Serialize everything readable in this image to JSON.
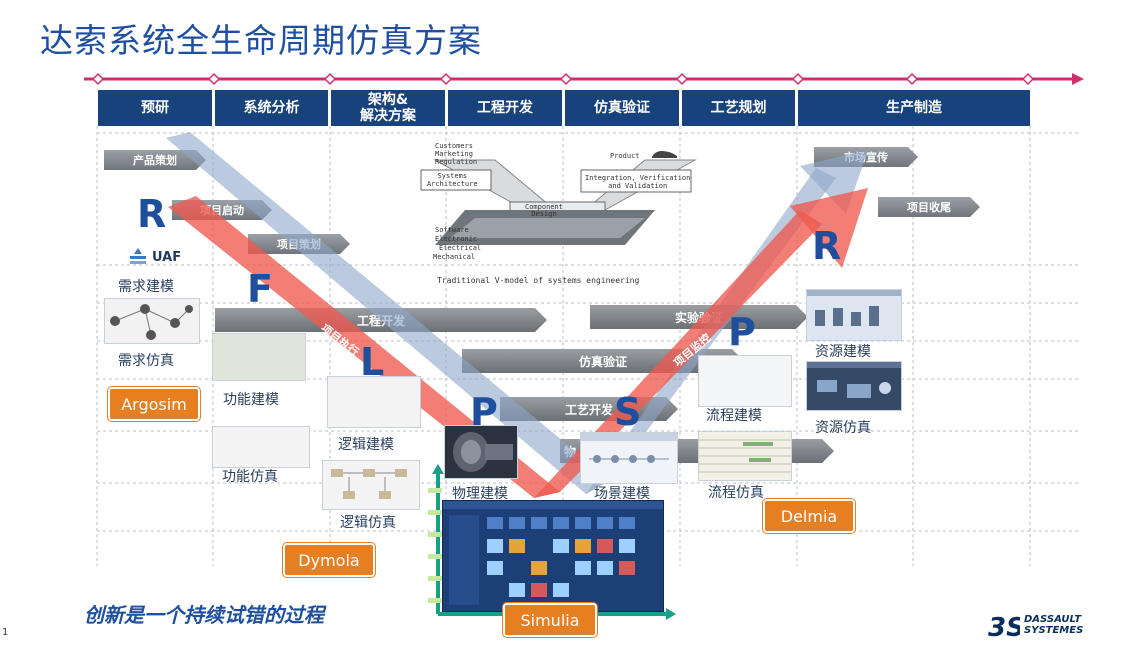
{
  "title": "达索系统全生命周期仿真方案",
  "phases": [
    "预研",
    "系统分析",
    "架构&\n解决方案",
    "工程开发",
    "仿真验证",
    "工艺规划",
    "生产制造"
  ],
  "tags": {
    "product_planning": "产品策划",
    "project_start": "项目启动",
    "project_planning": "项目策划",
    "market_promo": "市场宣传",
    "project_close": "项目收尾"
  },
  "bands": {
    "engineering_dev": "工程开发",
    "experiment_verify": "实验验证",
    "sim_verify": "仿真验证",
    "process_dev": "工艺开发",
    "project_exec": "项目执行",
    "project_monitor": "项目监控",
    "object_partial": "物"
  },
  "letters": [
    "R",
    "F",
    "L",
    "P",
    "S",
    "P",
    "R"
  ],
  "uaf_logo": "UAF",
  "labels": {
    "req_model": "需求建模",
    "req_sim": "需求仿真",
    "func_model": "功能建模",
    "func_sim": "功能仿真",
    "logic_model": "逻辑建模",
    "logic_sim": "逻辑仿真",
    "phys_model": "物理建模",
    "scene_model": "场景建模",
    "flow_model": "流程建模",
    "flow_sim": "流程仿真",
    "res_model": "资源建模",
    "res_sim": "资源仿真"
  },
  "tools": {
    "argosim": "Argosim",
    "dymola": "Dymola",
    "simulia": "Simulia",
    "delmia": "Delmia"
  },
  "vmodel": {
    "left_top": "Customers\nMarketing\nRegulation",
    "product": "Product",
    "sys_arch": "Systems\nArchitecture",
    "integration": "Integration, Verification\nand Validation",
    "component": "Component\nDesign",
    "layers": [
      "Software",
      "Electronic",
      "Electrical",
      "Mechanical"
    ],
    "caption": "Traditional V-model of systems engineering"
  },
  "slogan": "创新是一个持续试错的过程",
  "page_number": "1",
  "brand": {
    "line1": "DASSAULT",
    "line2": "SYSTEMES"
  },
  "colors": {
    "title": "#1e4fa0",
    "phase_bg": "#18427b",
    "timeline": "#d22e6e",
    "red_arrow": "#ee5a4f",
    "blue_arrow": "#8ea7c8",
    "tool_orange": "#e67e22"
  }
}
